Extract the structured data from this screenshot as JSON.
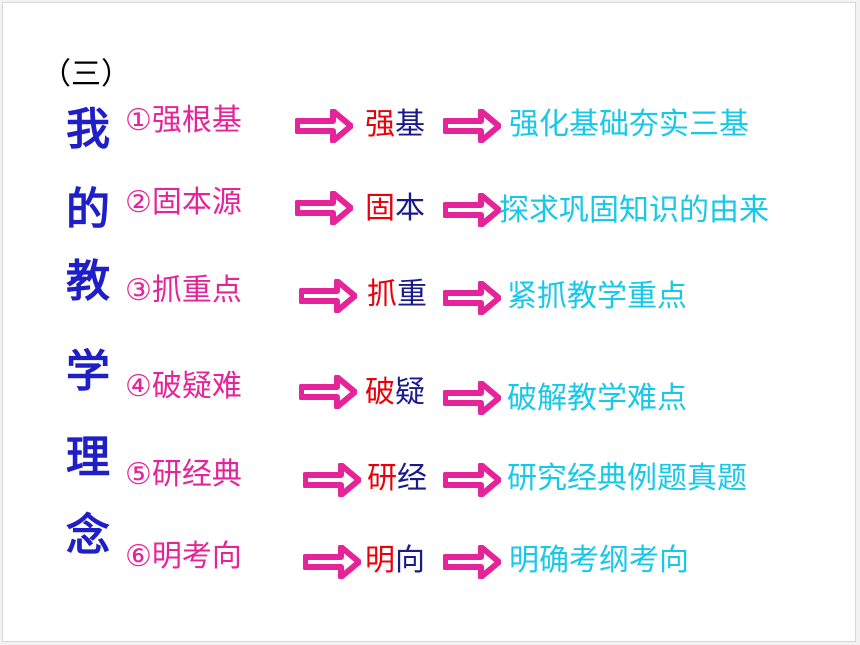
{
  "section_label": "（三）",
  "vertical_title": [
    "我",
    "的",
    "教",
    "学",
    "理",
    "念"
  ],
  "rows": [
    {
      "item": "①强根基",
      "short_first": "强",
      "short_second": "基",
      "desc": "强化基础夯实三基"
    },
    {
      "item": "②固本源",
      "short_first": "固",
      "short_second": "本",
      "desc": "探求巩固知识的由来"
    },
    {
      "item": "③抓重点",
      "short_first": "抓",
      "short_second": "重",
      "desc": "紧抓教学重点"
    },
    {
      "item": "④破疑难",
      "short_first": "破",
      "short_second": "疑",
      "desc": "破解教学难点"
    },
    {
      "item": "⑤研经典",
      "short_first": "研",
      "short_second": "经",
      "desc": "研究经典例题真题"
    },
    {
      "item": "⑥明考向",
      "short_first": "明",
      "short_second": "向",
      "desc": "明确考纲考向"
    }
  ],
  "colors": {
    "title": "#1f1fc8",
    "item": "#e6249a",
    "short_first": "#e8000a",
    "short_second": "#1a1a8c",
    "desc": "#18c8e8",
    "arrow": "#e6249a"
  },
  "icons": {
    "arrow": "right-arrow-icon"
  }
}
